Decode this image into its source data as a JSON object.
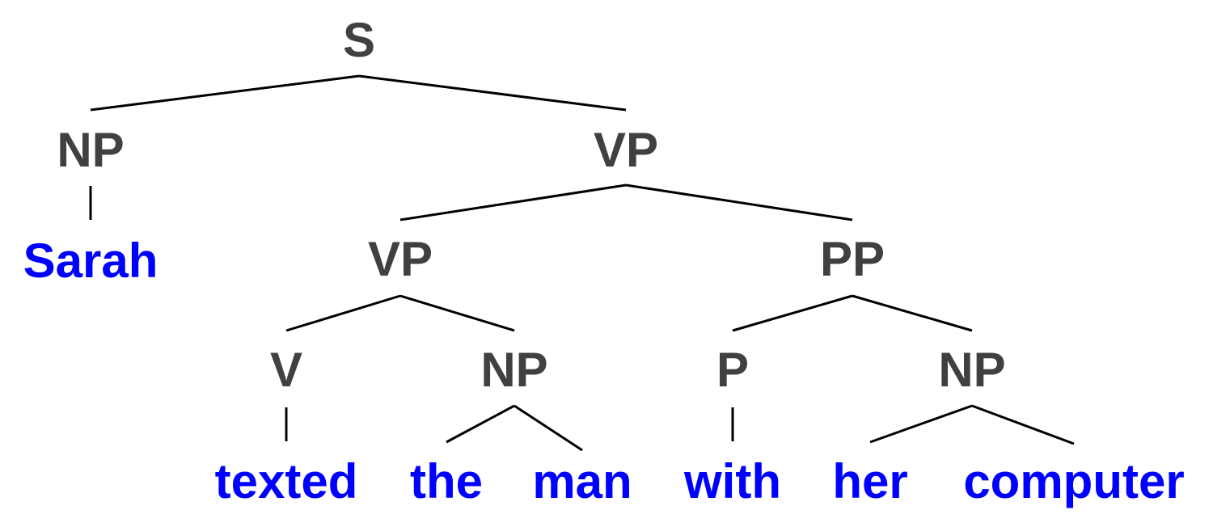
{
  "tree": {
    "label": "S",
    "children": [
      {
        "label": "NP",
        "children": [
          {
            "label": "Sarah",
            "leaf": true
          }
        ]
      },
      {
        "label": "VP",
        "children": [
          {
            "label": "VP",
            "children": [
              {
                "label": "V",
                "children": [
                  {
                    "label": "texted",
                    "leaf": true
                  }
                ]
              },
              {
                "label": "NP",
                "children": [
                  {
                    "label": "the",
                    "leaf": true
                  },
                  {
                    "label": "man",
                    "leaf": true
                  }
                ]
              }
            ]
          },
          {
            "label": "PP",
            "children": [
              {
                "label": "P",
                "children": [
                  {
                    "label": "with",
                    "leaf": true
                  }
                ]
              },
              {
                "label": "NP",
                "children": [
                  {
                    "label": "her",
                    "leaf": true
                  },
                  {
                    "label": "computer",
                    "leaf": true
                  }
                ]
              }
            ]
          }
        ]
      }
    ]
  },
  "colors": {
    "category": "#404040",
    "word": "#0000ff",
    "edge": "#000000"
  }
}
